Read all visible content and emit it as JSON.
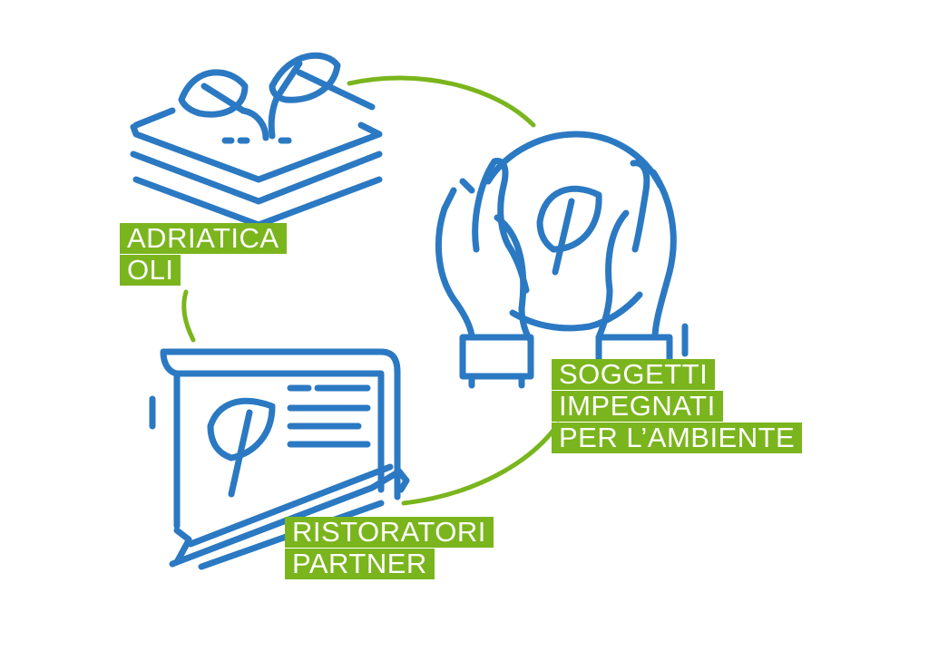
{
  "colors": {
    "accent_green": "#7ab51d",
    "icon_blue": "#2b79c2",
    "background": "#ffffff"
  },
  "nodes": {
    "adriatica": {
      "icon": "layers-with-sprout-icon",
      "lines": [
        "ADRIATICA",
        "OLI"
      ]
    },
    "soggetti": {
      "icon": "hands-holding-globe-leaf-icon",
      "lines": [
        "SOGGETTI",
        "IMPEGNATI",
        "PER L’AMBIENTE"
      ]
    },
    "ristoratori": {
      "icon": "blueprint-with-pencil-icon",
      "lines": [
        "RISTORATORI",
        "PARTNER"
      ]
    }
  }
}
